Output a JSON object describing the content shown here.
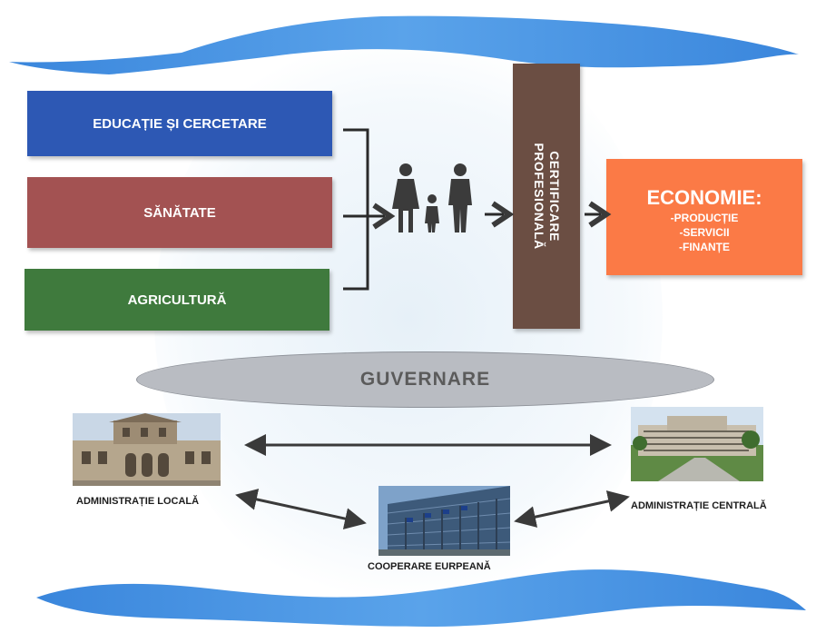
{
  "boxes": {
    "education": "EDUCAȚIE ȘI CERCETARE",
    "health": "SĂNĂTATE",
    "agriculture": "AGRICULTURĂ"
  },
  "certification": {
    "line1": "CERTIFICARE",
    "line2": "PROFESIONALĂ"
  },
  "economy": {
    "title": "ECONOMIE:",
    "items": [
      "-PRODUCȚIE",
      "-SERVICII",
      "-FINANȚE"
    ]
  },
  "governance": "GUVERNARE",
  "nodes": {
    "local": "ADMINISTRAȚIE LOCALĂ",
    "central": "ADMINISTRAȚIE CENTRALĂ",
    "european": "COOPERARE EURPEANĂ"
  },
  "colors": {
    "education": "#2d58b4",
    "health": "#a35252",
    "agriculture": "#3f7a3d",
    "certification": "#6b4e43",
    "economy": "#fb7a46",
    "governance": "#b9bcc2",
    "swoosh": "#3f8fe0"
  },
  "icons": [
    "family-icon",
    "arrow-icon",
    "double-arrow-icon",
    "building-photo",
    "eu-building-photo",
    "government-building-photo"
  ]
}
